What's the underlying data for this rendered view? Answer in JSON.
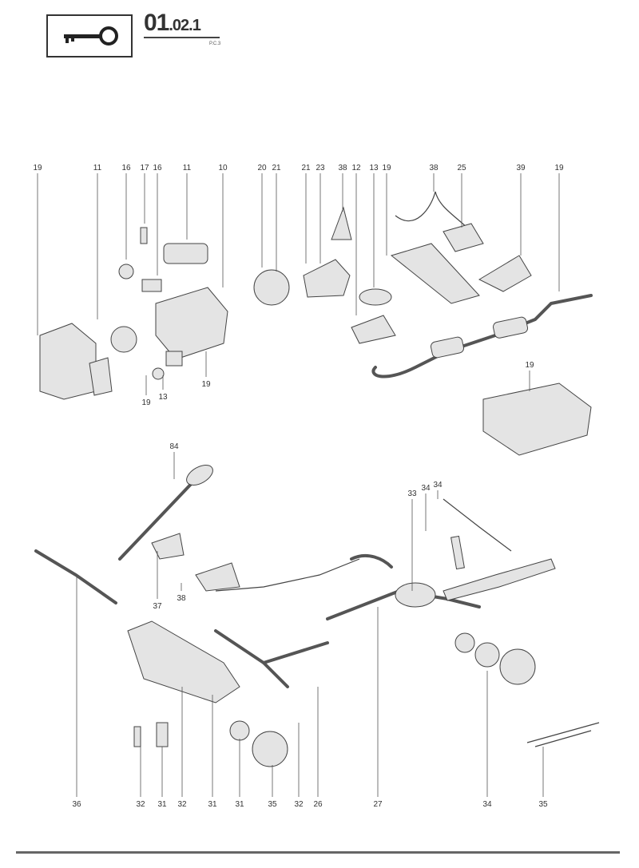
{
  "header": {
    "icon": "key-icon",
    "code_main": "01",
    "code_sub": ".02.",
    "code_index": "1",
    "page_ref": "P.C.3"
  },
  "callouts": [
    "19",
    "11",
    "16",
    "17",
    "16",
    "11",
    "10",
    "20",
    "21",
    "21",
    "23",
    "38",
    "12",
    "13",
    "19",
    "38",
    "25",
    "39",
    "19",
    "19",
    "19",
    "13",
    "19",
    "84",
    "33",
    "34",
    "34",
    "37",
    "38",
    "36",
    "32",
    "31",
    "32",
    "31",
    "31",
    "35",
    "32",
    "26",
    "27",
    "34",
    "35"
  ]
}
